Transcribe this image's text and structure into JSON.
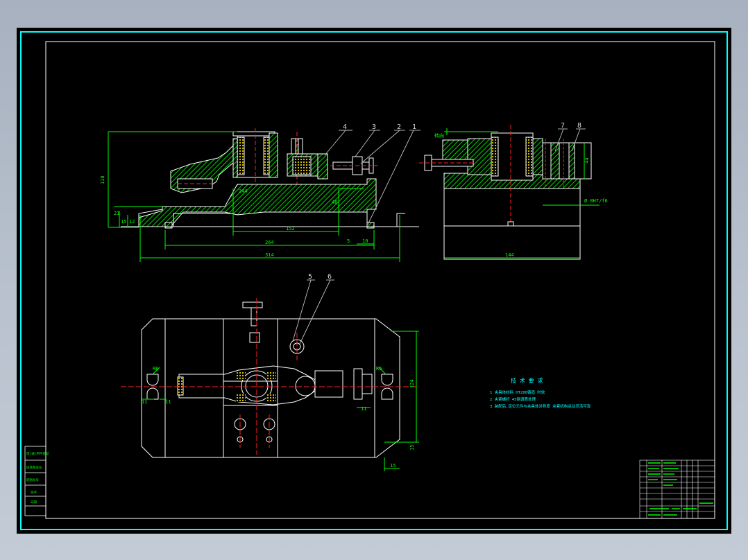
{
  "colors": {
    "background": "#000000",
    "frame": "#ffffff",
    "outline": "#ffffff",
    "dimension": "#00ff00",
    "centerline": "#ff2020",
    "hatch": "#00c800",
    "spring": "#ffff00",
    "leader": "#c0c0c0",
    "notes": "#00ffff",
    "cyan_frame": "#00ffff"
  },
  "balloons": [
    "1",
    "2",
    "3",
    "4",
    "5",
    "6",
    "7",
    "8"
  ],
  "dimensions": {
    "d110": "110",
    "d314": "314",
    "d264": "264",
    "d152": "152",
    "d48": "48",
    "d5": "5",
    "d10": "10",
    "d21": "21",
    "d12": "12",
    "d15": "15",
    "d244": "244",
    "d44": "44",
    "d144": "144",
    "fit": "Ø 8H7/f6",
    "zhuanxiang": "转向",
    "r6a": "R6",
    "r6b": "R6",
    "d11a": "11",
    "d11b": "11",
    "d11c": "11",
    "d124": "124",
    "d15b": "15",
    "d15c": "15"
  },
  "notes": {
    "title": "技 术 要 求",
    "items": [
      "1  夹具体材料 HT200铸造 时效",
      "2  夹紧螺杆 45钢调质处理",
      "3  装配后,定位元件与夹具体对称度 夹紧机构运动灵活可靠"
    ]
  },
  "left_strip": [
    "借(通)用件登记",
    "旧底图总号",
    "底图总号",
    "签字",
    "日期"
  ]
}
